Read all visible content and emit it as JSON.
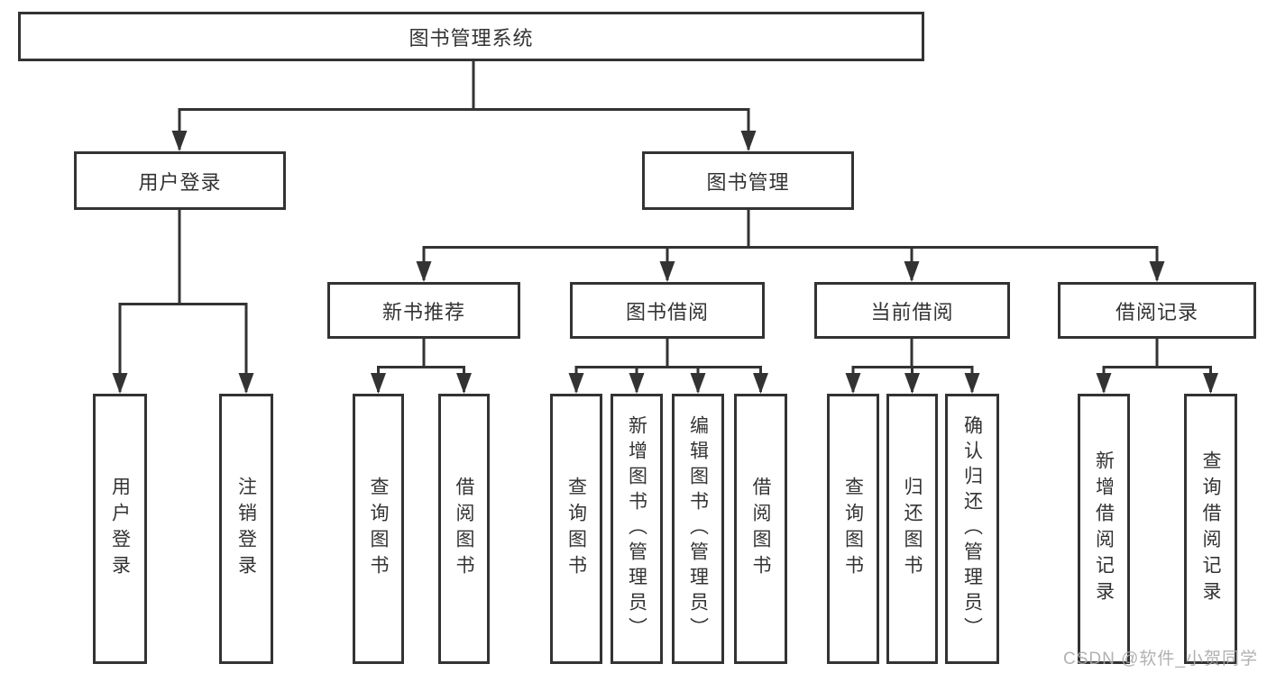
{
  "diagram": {
    "tree": {
      "label": "图书管理系统",
      "children": [
        {
          "label": "用户登录",
          "children": [
            {
              "label": "用户登录"
            },
            {
              "label": "注销登录"
            }
          ]
        },
        {
          "label": "图书管理",
          "children": [
            {
              "label": "新书推荐",
              "children": [
                {
                  "label": "查询图书"
                },
                {
                  "label": "借阅图书"
                }
              ]
            },
            {
              "label": "图书借阅",
              "children": [
                {
                  "label": "查询图书"
                },
                {
                  "label": "新增图书（管理员）"
                },
                {
                  "label": "编辑图书（管理员）"
                },
                {
                  "label": "借阅图书"
                }
              ]
            },
            {
              "label": "当前借阅",
              "children": [
                {
                  "label": "查询图书"
                },
                {
                  "label": "归还图书"
                },
                {
                  "label": "确认归还（管理员）"
                }
              ]
            },
            {
              "label": "借阅记录",
              "children": [
                {
                  "label": "新增借阅记录"
                },
                {
                  "label": "查询借阅记录"
                }
              ]
            }
          ]
        }
      ]
    },
    "colors": {
      "line": "#333333",
      "box_border": "#333333",
      "text": "#333333",
      "background": "#ffffff",
      "watermark": "#a8a8a8"
    }
  },
  "watermark": {
    "text": "CSDN @软件_小贺同学"
  }
}
